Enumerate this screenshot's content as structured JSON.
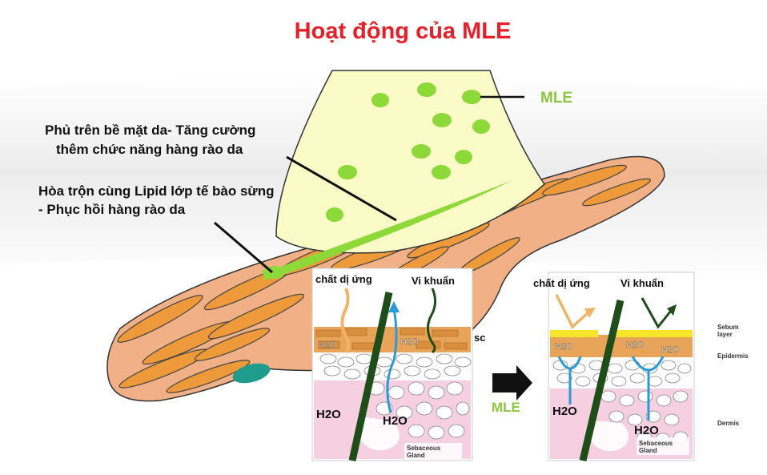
{
  "title": "Hoạt động của MLE",
  "labels": {
    "mle_particle": "MLE",
    "surface_line1": "Phủ trên bề mặt da- Tăng cường",
    "surface_line2": "thêm chức năng hàng rào da",
    "lipid_line1": "Hòa trộn cùng Lipid lớp tế bào sừng",
    "lipid_line2": "- Phục hồi hàng rào da",
    "arrow_label": "MLE"
  },
  "panel_before": {
    "allergen": "chất dị ứng",
    "bacteria": "Vi khuẩn",
    "sc": "sc",
    "water_top": "H2O",
    "water_top2": "H2O",
    "water_bottom_left": "H2O",
    "water_bottom_right": "H2O",
    "gland": "Sebaceous",
    "gland2": "Gland"
  },
  "panel_after": {
    "allergen": "chất dị ứng",
    "bacteria": "Vi khuẩn",
    "water_top": "H2O",
    "water_top2": "H2O",
    "water_top3": "H2O",
    "water_bottom_left": "H2O",
    "water_bottom_right": "H2O",
    "gland": "Sebaceous",
    "gland2": "Gland",
    "layer_sebum1": "Sebum",
    "layer_sebum2": "layer",
    "layer_epidermis": "Epidermis",
    "layer_dermis": "Dermis"
  },
  "colors": {
    "title": "#e5202a",
    "mle_green": "#8cc63f",
    "particle_green": "#8ed93a",
    "cream": "#fbfbc8",
    "skin": "#f2b086",
    "lipid": "#ee9a3a",
    "nucleus": "#1e9c8c",
    "dermis_pink": "#f6cfe0",
    "sebum_yellow": "#f7e52a",
    "water_blue": "#2a9ad8"
  }
}
